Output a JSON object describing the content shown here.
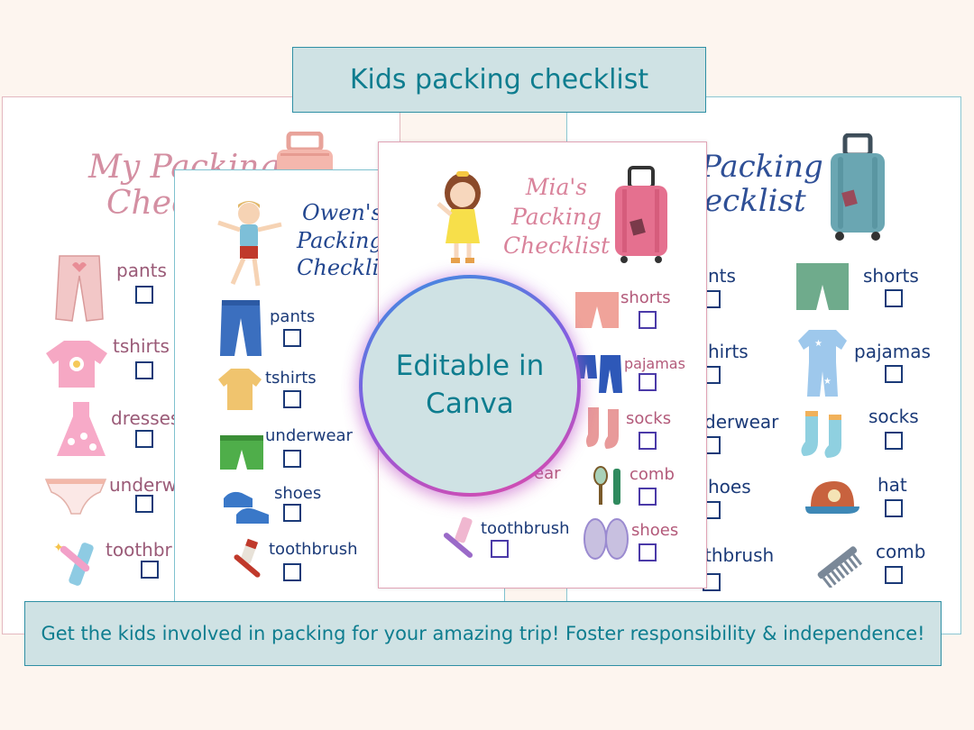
{
  "header": {
    "title": "Kids packing checklist"
  },
  "footer": {
    "text": "Get the kids involved in packing for your amazing trip! Foster responsibility & independence!"
  },
  "badge": {
    "text_line1": "Editable in",
    "text_line2": "Canva"
  },
  "sheet_pink": {
    "title_line1": "My Packing",
    "title_line2": "Checklist",
    "items": [
      {
        "label": "pants",
        "icon": "pants-icon"
      },
      {
        "label": "tshirts",
        "icon": "tshirt-icon"
      },
      {
        "label": "dresses",
        "icon": "dress-icon"
      },
      {
        "label": "underw",
        "icon": "underwear-icon"
      },
      {
        "label": "toothbr",
        "icon": "toothbrush-icon"
      }
    ]
  },
  "sheet_owen": {
    "title_line1": "Owen's",
    "title_line2": "Packing",
    "title_line3": "Checklis",
    "items": [
      {
        "label": "pants",
        "icon": "jeans-icon"
      },
      {
        "label": "tshirts",
        "icon": "tshirt-icon"
      },
      {
        "label": "underwear",
        "icon": "shorts-icon"
      },
      {
        "label": "shoes",
        "icon": "sneakers-icon"
      },
      {
        "label": "toothbrush",
        "icon": "toothbrush-icon"
      }
    ]
  },
  "sheet_mia": {
    "title_line1": "Mia's",
    "title_line2": "Packing",
    "title_line3": "Checklist",
    "items": [
      {
        "label": "shorts",
        "icon": "shorts-icon"
      },
      {
        "label": "pajamas",
        "icon": "pajamas-icon"
      },
      {
        "label": "socks",
        "icon": "socks-icon"
      },
      {
        "label": "comb",
        "icon": "comb-icon"
      },
      {
        "label": "toothbrush",
        "icon": "toothbrush-icon"
      },
      {
        "label": "shoes",
        "icon": "slippers-icon"
      }
    ],
    "partial_label": "ear"
  },
  "sheet_blue": {
    "title_line1": "Packing",
    "title_line2": "ecklist",
    "left_items": [
      {
        "label": "nts"
      },
      {
        "label": "hirts"
      },
      {
        "label": "derwear"
      },
      {
        "label": "hoes"
      },
      {
        "label": "thbrush"
      }
    ],
    "right_items": [
      {
        "label": "shorts",
        "icon": "shorts-icon"
      },
      {
        "label": "pajamas",
        "icon": "pajamas-icon"
      },
      {
        "label": "socks",
        "icon": "socks-icon"
      },
      {
        "label": "hat",
        "icon": "cap-icon"
      },
      {
        "label": "comb",
        "icon": "comb-icon"
      }
    ]
  },
  "colors": {
    "teal": "#0e7d8f",
    "navy": "#1b3a78",
    "pink_text": "#c98a9a",
    "mia_pink": "#d9839b",
    "banner_bg": "#cfe2e4"
  }
}
